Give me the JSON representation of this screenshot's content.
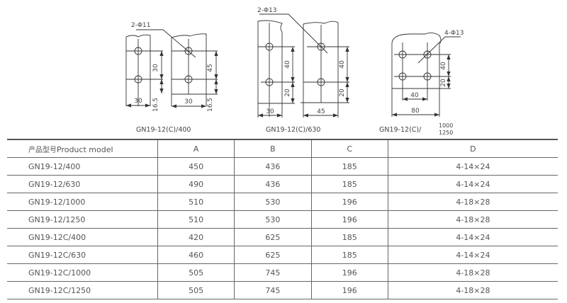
{
  "drawings": {
    "d1": {
      "hole_label": "2-Φ11",
      "dims": [
        "30",
        "16.5",
        "30",
        "45",
        "30",
        "16.5"
      ],
      "caption": "GN19-12(C)/400"
    },
    "d2": {
      "hole_label": "2-Φ13",
      "dims": [
        "40",
        "20",
        "30",
        "40",
        "20",
        "45"
      ],
      "caption": "GN19-12(C)/630"
    },
    "d3": {
      "hole_label": "4-Φ13",
      "dims": [
        "40",
        "20",
        "40",
        "80"
      ],
      "caption": "GN19-12(C)/",
      "caption_sub": [
        "1000",
        "1250"
      ]
    }
  },
  "table": {
    "headers": {
      "model_cn": "产品型号",
      "model_en": "Product model",
      "a": "A",
      "b": "B",
      "c": "C",
      "d": "D"
    },
    "rows": [
      {
        "model": "GN19-12/400",
        "a": "450",
        "b": "436",
        "c": "185",
        "d": "4-14×24"
      },
      {
        "model": "GN19-12/630",
        "a": "490",
        "b": "436",
        "c": "185",
        "d": "4-14×24"
      },
      {
        "model": "GN19-12/1000",
        "a": "510",
        "b": "530",
        "c": "196",
        "d": "4-18×28"
      },
      {
        "model": "GN19-12/1250",
        "a": "510",
        "b": "530",
        "c": "196",
        "d": "4-18×28"
      },
      {
        "model": "GN19-12C/400",
        "a": "420",
        "b": "625",
        "c": "185",
        "d": "4-14×24"
      },
      {
        "model": "GN19-12C/630",
        "a": "460",
        "b": "625",
        "c": "185",
        "d": "4-14×24"
      },
      {
        "model": "GN19-12C/1000",
        "a": "505",
        "b": "745",
        "c": "196",
        "d": "4-18×28"
      },
      {
        "model": "GN19-12C/1250",
        "a": "505",
        "b": "745",
        "c": "196",
        "d": "4-18×28"
      }
    ]
  }
}
